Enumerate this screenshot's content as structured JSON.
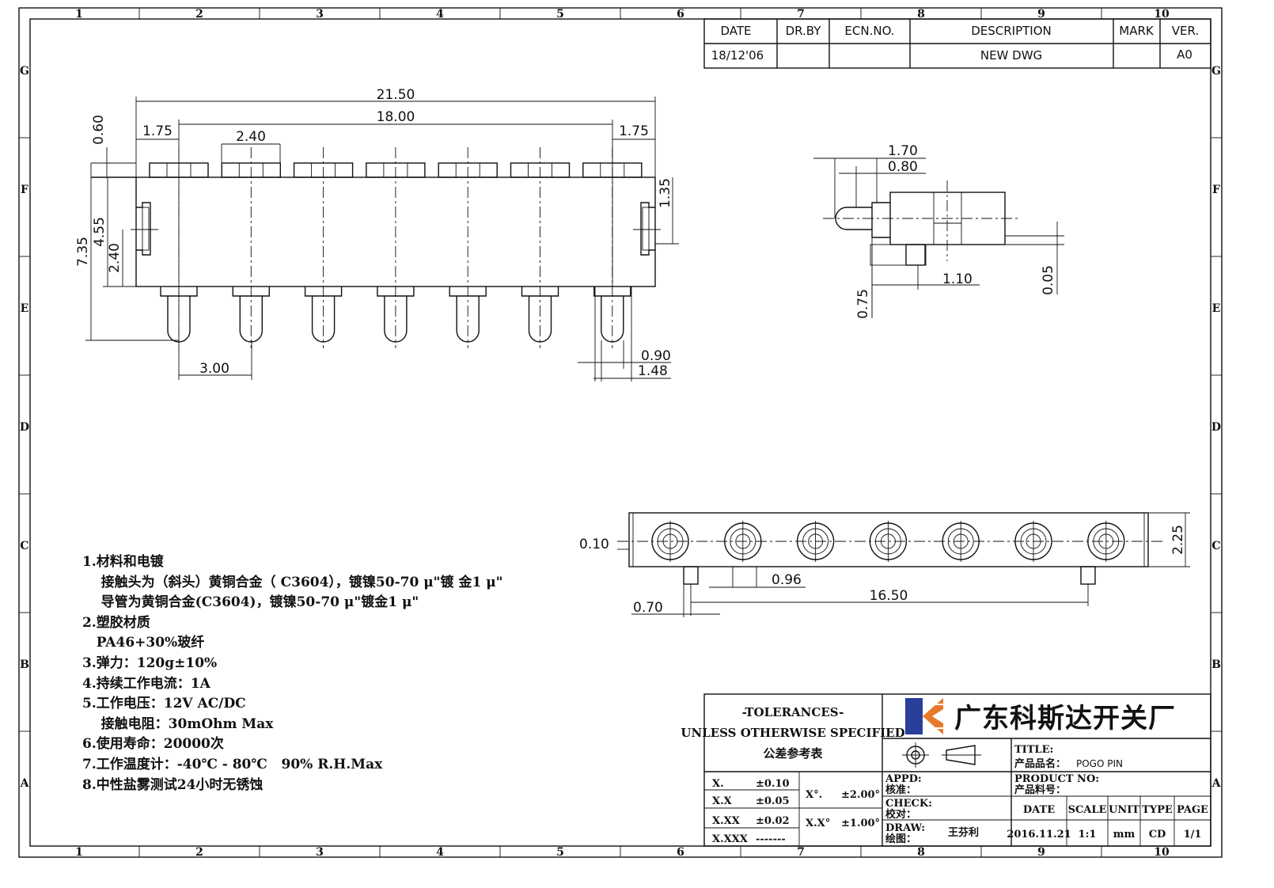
{
  "zones": {
    "cols": [
      "1",
      "2",
      "3",
      "4",
      "5",
      "6",
      "7",
      "8",
      "9",
      "10"
    ],
    "rows": [
      "G",
      "F",
      "E",
      "D",
      "C",
      "B",
      "A"
    ]
  },
  "revision_table": {
    "headers": [
      "DATE",
      "DR.BY",
      "ECN.NO.",
      "DESCRIPTION",
      "MARK",
      "VER."
    ],
    "row": [
      "18/12'06",
      "",
      "",
      "NEW  DWG",
      "",
      "A0"
    ]
  },
  "front_view_dims": {
    "overall_width": "21.50",
    "pitch_span": "18.00",
    "left_margin": "1.75",
    "right_margin": "1.75",
    "top_step": "0.60",
    "slot_width": "2.40",
    "overall_height": "7.35",
    "body_height": "4.55",
    "lock_height": "2.40",
    "lock_offset": "1.35",
    "pitch": "3.00",
    "pin_dia": "0.90",
    "pin_base_dia": "1.48"
  },
  "side_view_dims": {
    "top_a": "1.70",
    "top_b": "0.80",
    "tail": "1.10",
    "tail_height": "0.75",
    "gap": "0.05"
  },
  "bottom_view_dims": {
    "edge": "0.10",
    "depth": "2.25",
    "peg_width": "0.96",
    "peg_offset": "0.70",
    "peg_span": "16.50"
  },
  "notes": [
    "1.材料和电镀",
    "    接触头为（斜头）黄铜合金（ C3604），镀镍50-70 μ\"镀 金1 μ\"",
    "    导管为黄铜合金(C3604)，镀镍50-70 μ\"镀金1 μ\"",
    "2.塑胶材质",
    "   PA46+30%玻纤",
    "3.弹力：120g±10%",
    "4.持续工作电流：1A",
    "5.工作电压：12V AC/DC",
    "    接触电阻：30mOhm Max",
    "6.使用寿命：20000次",
    "7.工作温度计：-40℃ - 80℃   90% R.H.Max",
    "8.中性盐雾测试24小时无锈蚀"
  ],
  "title_block": {
    "tolerances_title": "-TOLERANCES-",
    "tolerances_sub": "UNLESS OTHERWISE SPECIFIED",
    "tolerances_cn": "公差参考表",
    "tol_rows": [
      {
        "fmt": "X.",
        "val": "±0.10"
      },
      {
        "fmt": "X.X",
        "val": "±0.05"
      },
      {
        "fmt": "X.XX",
        "val": "±0.02"
      },
      {
        "fmt": "X.XXX",
        "val": "-------"
      }
    ],
    "ang_rows": [
      {
        "fmt": "X°.",
        "val": "±2.00°"
      },
      {
        "fmt": "X.X°",
        "val": "±1.00°"
      }
    ],
    "company": "广东科斯达开关厂",
    "title_label": "TITLE:",
    "product_name_label": "产品品名：",
    "product_name": "POGO  PIN",
    "product_no_label": "PRODUCT NO:",
    "product_no_cn": "产品料号：",
    "appd_label": "APPD:",
    "appd_cn": "核准：",
    "check_label": "CHECK:",
    "check_cn": "校对：",
    "draw_label": "DRAW:",
    "draw_cn": "绘图：",
    "drawer": "王芬利",
    "info_headers": [
      "DATE",
      "SCALE",
      "UNIT",
      "TYPE",
      "PAGE"
    ],
    "info_values": [
      "2016.11.21",
      "1:1",
      "mm",
      "CD",
      "1/1"
    ]
  },
  "colors": {
    "logo_blue": "#2a3f9a",
    "logo_orange": "#e8792b",
    "ink": "#111111"
  }
}
